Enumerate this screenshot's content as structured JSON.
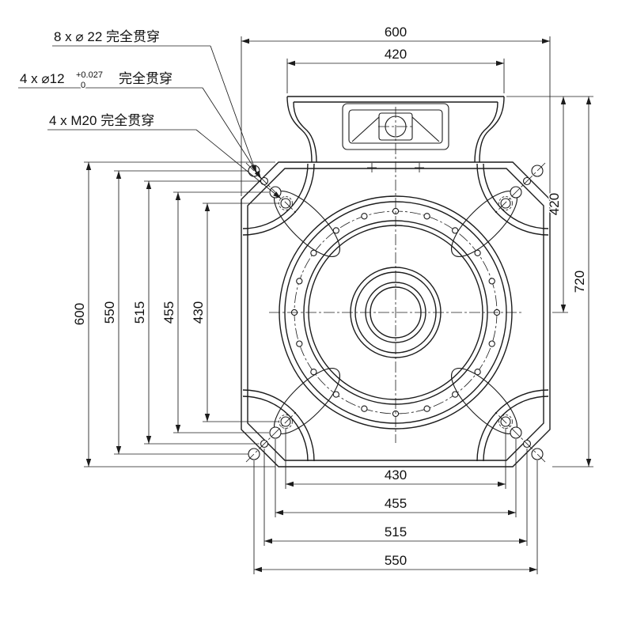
{
  "meta": {
    "background": "#ffffff",
    "line_color": "#1c1c1c",
    "drawing_kind": "robot-base mounting plate, front view, engineering drawing"
  },
  "callouts": {
    "holes22": "8 x ⌀ 22 完全贯穿",
    "holes12_prefix": "4 x ⌀12",
    "holes12_tol_upper": "+0.027",
    "holes12_tol_lower": "0",
    "holes12_suffix": "完全贯穿",
    "holes_m20": "4 x  M20 完全贯穿"
  },
  "dimensions": {
    "top_outer": "600",
    "top_inner": "420",
    "right_inner": "420",
    "right_overall": "720",
    "left_overall": "600",
    "left_550": "550",
    "left_515": "515",
    "left_455": "455",
    "left_430": "430",
    "bottom_430": "430",
    "bottom_455": "455",
    "bottom_515": "515",
    "bottom_550": "550"
  }
}
